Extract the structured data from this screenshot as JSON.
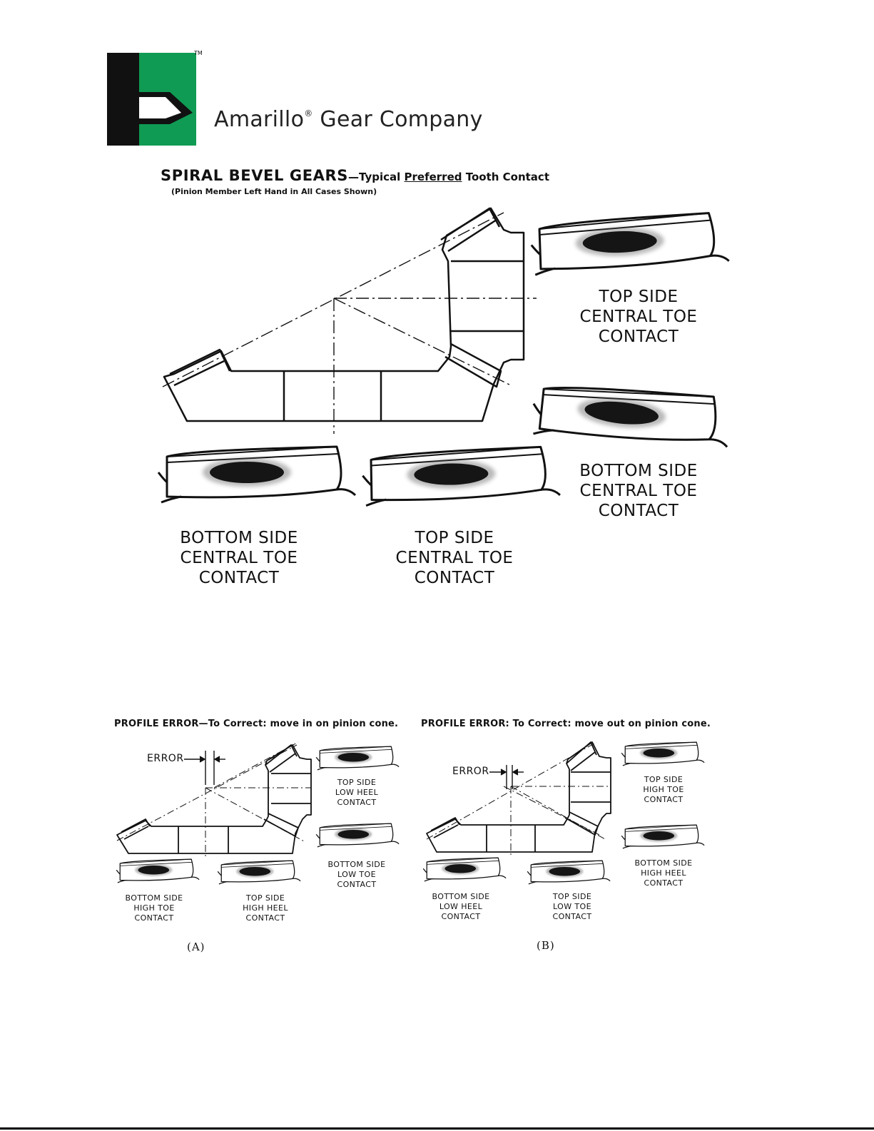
{
  "header": {
    "logo_name": "amarillo-gear-logo",
    "trademark": "TM",
    "company_name": "Amarillo",
    "registered_mark": "®",
    "company_suffix": "Gear Company",
    "colors": {
      "logo_black": "#111111",
      "logo_green": "#0f9b53"
    }
  },
  "title": {
    "main": "SPIRAL BEVEL GEARS",
    "dash": "—Typical ",
    "preferred": "Preferred",
    "rest": " Tooth Contact",
    "subtitle": "(Pinion Member Left Hand in All Cases Shown)"
  },
  "main_labels": {
    "right_top": [
      "TOP SIDE",
      "CENTRAL TOE",
      "CONTACT"
    ],
    "right_bottom": [
      "BOTTOM SIDE",
      "CENTRAL TOE",
      "CONTACT"
    ],
    "left_bottom": [
      "BOTTOM SIDE",
      "CENTRAL TOE",
      "CONTACT"
    ],
    "mid_bottom": [
      "TOP SIDE",
      "CENTRAL TOE",
      "CONTACT"
    ]
  },
  "panel_a": {
    "title": "PROFILE ERROR—To Correct: move in on pinion cone.",
    "error_label": "ERROR",
    "right_top": [
      "TOP SIDE",
      "LOW HEEL",
      "CONTACT"
    ],
    "right_bottom": [
      "BOTTOM SIDE",
      "LOW TOE",
      "CONTACT"
    ],
    "left_bottom": [
      "BOTTOM SIDE",
      "HIGH TOE",
      "CONTACT"
    ],
    "mid_bottom": [
      "TOP SIDE",
      "HIGH HEEL",
      "CONTACT"
    ],
    "caption": "(A)"
  },
  "panel_b": {
    "title": "PROFILE ERROR: To Correct: move out on pinion cone.",
    "error_label": "ERROR",
    "right_top": [
      "TOP SIDE",
      "HIGH TOE",
      "CONTACT"
    ],
    "right_bottom": [
      "BOTTOM SIDE",
      "HIGH HEEL",
      "CONTACT"
    ],
    "left_bottom": [
      "BOTTOM SIDE",
      "LOW HEEL",
      "CONTACT"
    ],
    "mid_bottom": [
      "TOP SIDE",
      "LOW TOE",
      "CONTACT"
    ],
    "caption": "(B)"
  }
}
